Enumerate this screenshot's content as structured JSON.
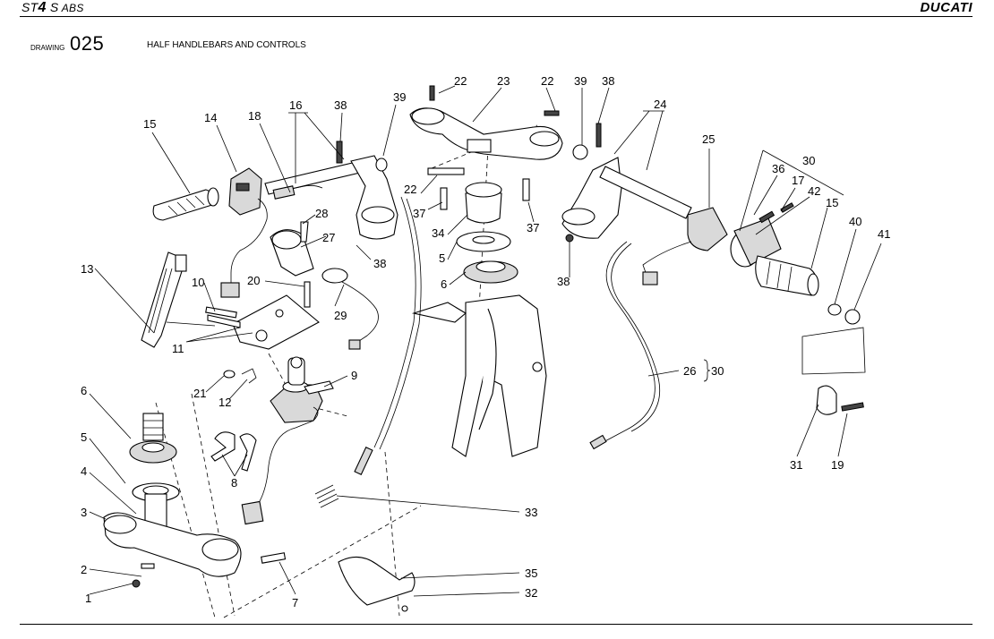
{
  "header": {
    "model_prefix": "ST",
    "model_number": "4",
    "model_suffix": " S",
    "model_abs": " ABS",
    "brand": "DUCATI"
  },
  "drawing": {
    "label": "DRAWING",
    "number": "025",
    "title": "HALF HANDLEBARS AND CONTROLS"
  },
  "callouts": [
    "1",
    "2",
    "3",
    "4",
    "5",
    "6",
    "7",
    "8",
    "9",
    "10",
    "11",
    "12",
    "13",
    "14",
    "15",
    "16",
    "17",
    "18",
    "19",
    "20",
    "21",
    "22",
    "22",
    "22",
    "23",
    "24",
    "25",
    "26",
    "27",
    "28",
    "29",
    "30",
    "30",
    "31",
    "32",
    "33",
    "34",
    "35",
    "36",
    "37",
    "37",
    "38",
    "38",
    "38",
    "38",
    "39",
    "39",
    "40",
    "41",
    "42",
    "5",
    "6",
    "15"
  ]
}
